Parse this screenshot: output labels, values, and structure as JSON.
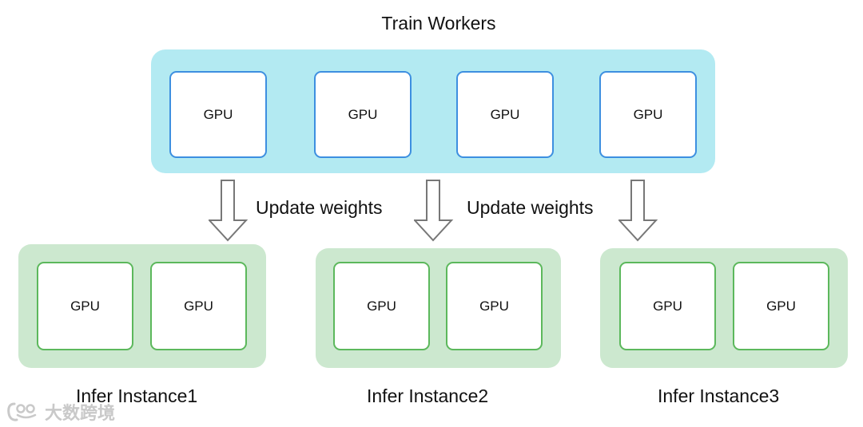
{
  "title": "Train Workers",
  "train_workers": {
    "gpus": [
      "GPU",
      "GPU",
      "GPU",
      "GPU"
    ]
  },
  "update_labels": [
    "Update weights",
    "Update weights"
  ],
  "infer_instances": [
    {
      "label": "Infer Instance1",
      "gpus": [
        "GPU",
        "GPU"
      ]
    },
    {
      "label": "Infer Instance2",
      "gpus": [
        "GPU",
        "GPU"
      ]
    },
    {
      "label": "Infer Instance3",
      "gpus": [
        "GPU",
        "GPU"
      ]
    }
  ],
  "watermark": "大数跨境",
  "colors": {
    "train_group_fill": "#b3eaf2",
    "train_gpu_border": "#3d8fe0",
    "infer_group_fill": "#cce8cf",
    "infer_gpu_border": "#5cb85c",
    "arrow_stroke": "#777777"
  }
}
